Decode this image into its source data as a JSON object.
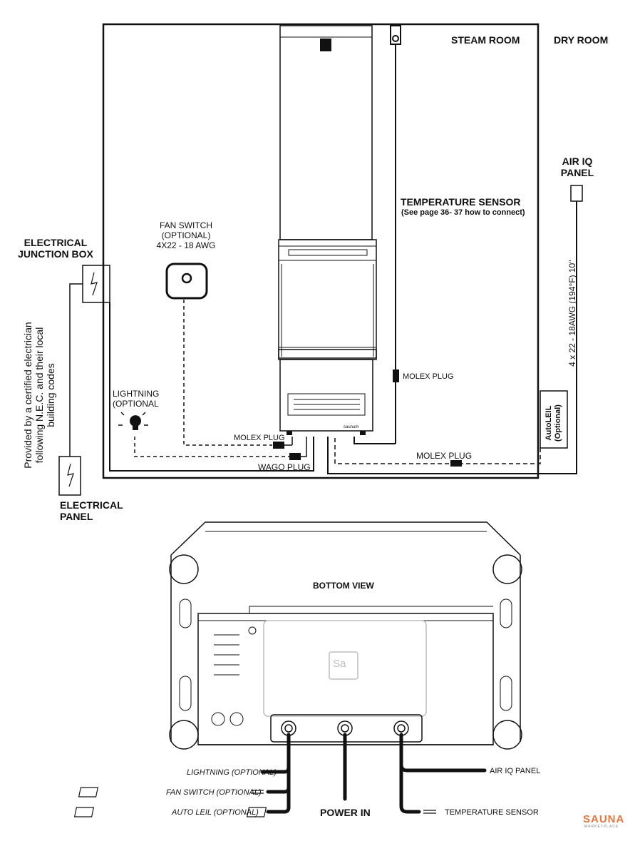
{
  "labels": {
    "steam_room": "STEAM ROOM",
    "dry_room": "DRY ROOM",
    "air_iq_panel_1": "AIR IQ",
    "air_iq_panel_2": "PANEL",
    "temp_sensor_title": "TEMPERATURE SENSOR",
    "temp_sensor_note": "(See page 36- 37 how to connect)",
    "fan_switch_1": "FAN SWITCH",
    "fan_switch_2": "(OPTIONAL)",
    "fan_switch_3": "4X22 - 18 AWG",
    "junction_box_1": "ELECTRICAL",
    "junction_box_2": "JUNCTION BOX",
    "electrician_1": "Provided by a certified electrician",
    "electrician_2": "following N.E.C. and their local",
    "electrician_3": "building codes",
    "lightning_1": "LIGHTNING",
    "lightning_2": "(OPTIONAL",
    "molex_plug_1": "MOLEX PLUG",
    "molex_plug_2": "MOLEX PLUG",
    "molex_plug_3": "MOLEX PLUG",
    "wago_plug": "WAGO PLUG",
    "cable_spec": "4 x 22 - 18AWG (194°F) 10''",
    "autoleil_1": "AutoLEIL",
    "autoleil_2": "(Optional)",
    "electrical_panel_1": "ELECTRICAL",
    "electrical_panel_2": "PANEL",
    "bottom_view": "BOTTOM VIEW",
    "bv_lightning": "LIGHTNING (OPTIONAL)",
    "bv_fan_switch": "FAN SWITCH (OPTIONAL)",
    "bv_auto_leil": "AUTO LEIL (OPTIONAL)",
    "bv_power_in": "POWER IN",
    "bv_air_iq": "AIR IQ PANEL",
    "bv_temp_sensor": "TEMPERATURE SENSOR",
    "heater_brand": "saunum",
    "logo_text_1": "SAUNA",
    "logo_text_2": "MARKETPLACE",
    "panel_logo": "Sa"
  },
  "colors": {
    "line": "#111111",
    "light_line": "#bdbdbd",
    "logo_s": "#e8743b",
    "logo_a": "#4fb0c6",
    "logo_u": "#9ac44a",
    "logo_n": "#f1a93b",
    "logo_a2": "#d9534f"
  }
}
